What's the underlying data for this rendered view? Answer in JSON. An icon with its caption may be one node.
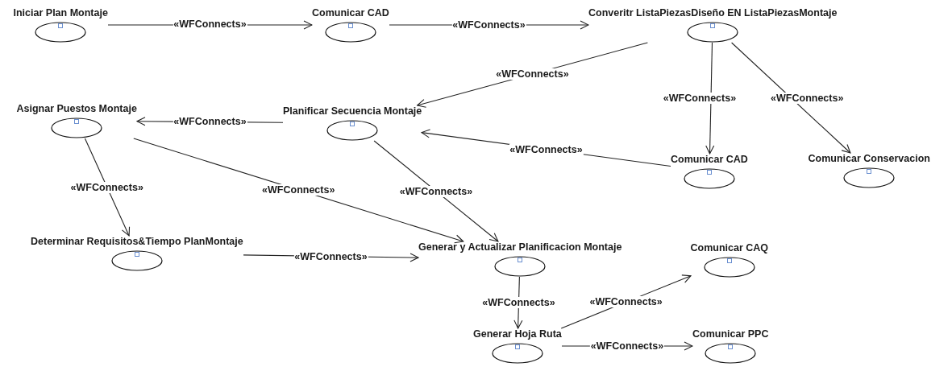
{
  "diagram": {
    "nodes": [
      {
        "text": [
          "Iniciar Plan Montaje"
        ]
      },
      {
        "text": [
          "Comunicar CAD"
        ]
      },
      {
        "text": [
          "Converitr ListaPiezasDiseño EN ListaPiezasMontaje"
        ]
      },
      {
        "text": [
          "Asignar Puestos Montaje"
        ]
      },
      {
        "text": [
          "Planificar Secuencia Montaje"
        ]
      },
      {
        "text": [
          "Comunicar CAD"
        ]
      },
      {
        "text": [
          "Comunicar Conservacion"
        ]
      },
      {
        "text": [
          "Determinar Requisitos&Tiempo PlanMontaje"
        ]
      },
      {
        "text": [
          "Generar y Actualizar Planificacion Montaje"
        ]
      },
      {
        "text": [
          "Comunicar CAQ"
        ]
      },
      {
        "text": [
          "Generar Hoja Ruta"
        ]
      },
      {
        "text": [
          "Comunicar PPC"
        ]
      }
    ],
    "edges": [
      {
        "from": 0,
        "to": 1,
        "arrow": "to",
        "label": "«WFConnects»"
      },
      {
        "from": 1,
        "to": 2,
        "arrow": "to",
        "label": "«WFConnects»"
      },
      {
        "from": 2,
        "to": 4,
        "arrow": "to",
        "label": "«WFConnects»"
      },
      {
        "from": 2,
        "to": 5,
        "arrow": "to",
        "label": "«WFConnects»"
      },
      {
        "from": 2,
        "to": 6,
        "arrow": "to",
        "label": "«WFConnects»"
      },
      {
        "from": 4,
        "to": 3,
        "arrow": "to",
        "label": "«WFConnects»"
      },
      {
        "from": 5,
        "to": 4,
        "arrow": "to",
        "label": "«WFConnects»"
      },
      {
        "from": 3,
        "to": 7,
        "arrow": "to",
        "label": "«WFConnects»"
      },
      {
        "from": 3,
        "to": 8,
        "arrow": "to",
        "label": "«WFConnects»"
      },
      {
        "from": 4,
        "to": 8,
        "arrow": "to",
        "label": "«WFConnects»"
      },
      {
        "from": 7,
        "to": 8,
        "arrow": "to",
        "label": "«WFConnects»"
      },
      {
        "from": 8,
        "to": 10,
        "arrow": "to",
        "label": "«WFConnects»"
      },
      {
        "from": 10,
        "to": 9,
        "arrow": "to",
        "label": "«WFConnects»"
      },
      {
        "from": 10,
        "to": 11,
        "arrow": "to",
        "label": "«WFConnects»"
      }
    ]
  }
}
